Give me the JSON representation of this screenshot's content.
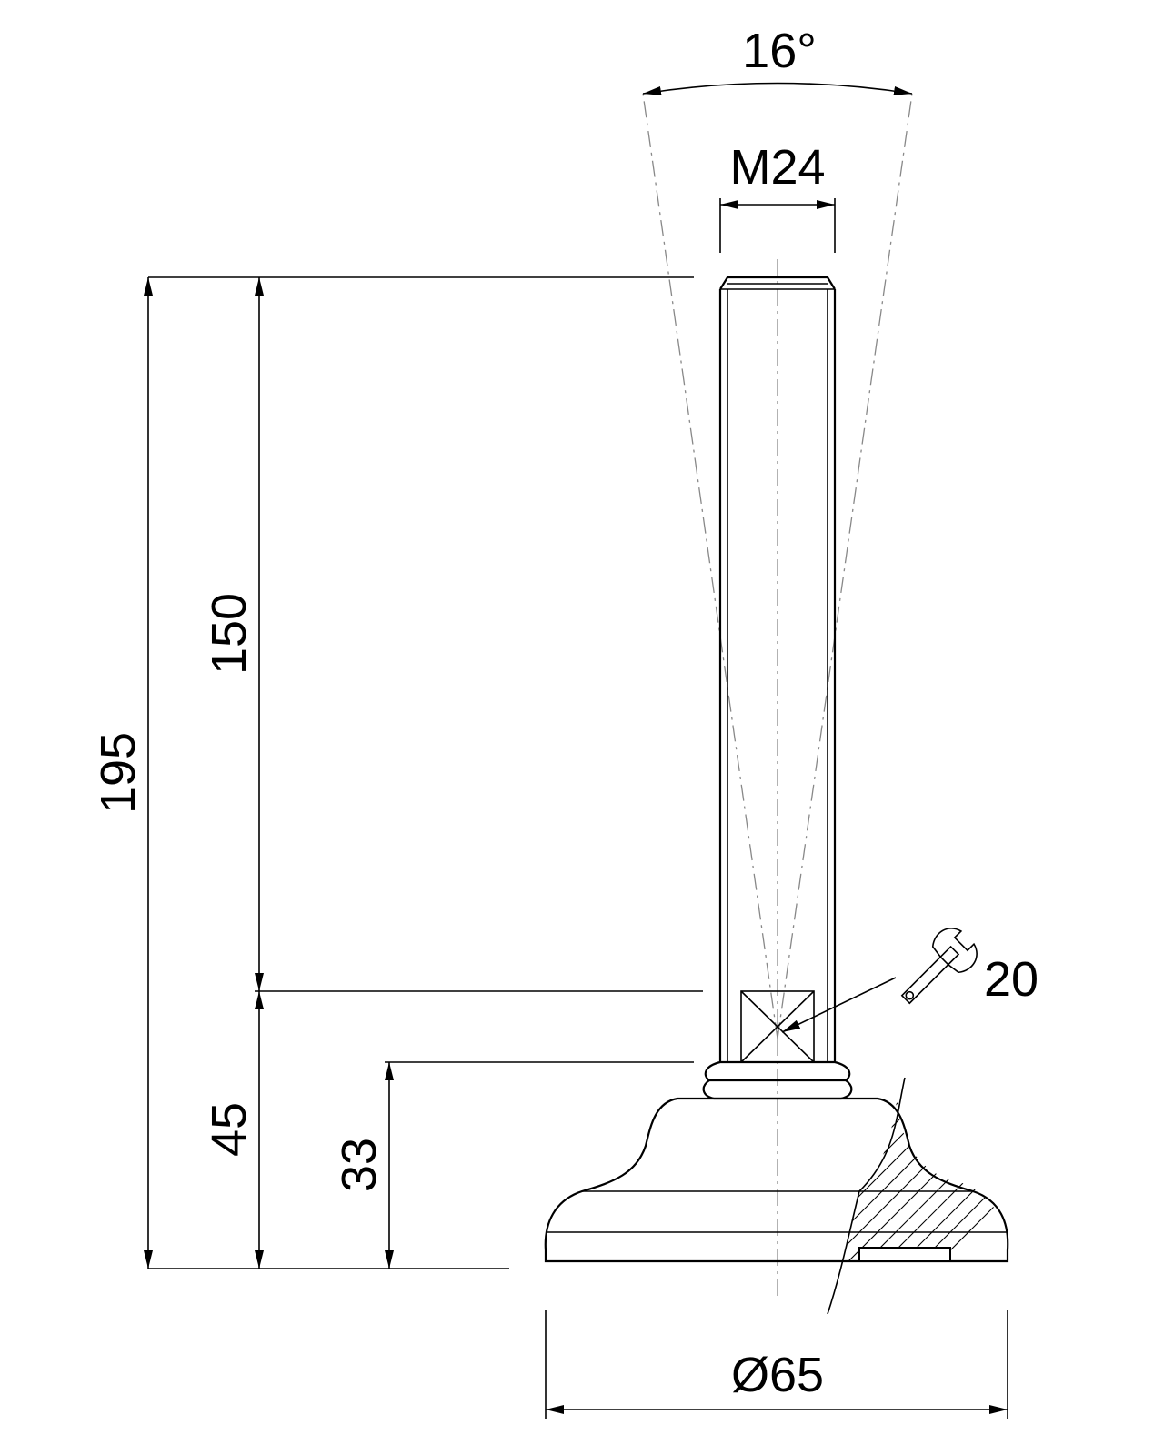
{
  "dimensions": {
    "angle": "16°",
    "thread": "M24",
    "total_height": "195",
    "thread_length": "150",
    "base_height": "45",
    "pad_height": "33",
    "base_diameter": "Ø65",
    "wrench_size": "20"
  },
  "icons": {
    "wrench": "wrench-icon"
  }
}
